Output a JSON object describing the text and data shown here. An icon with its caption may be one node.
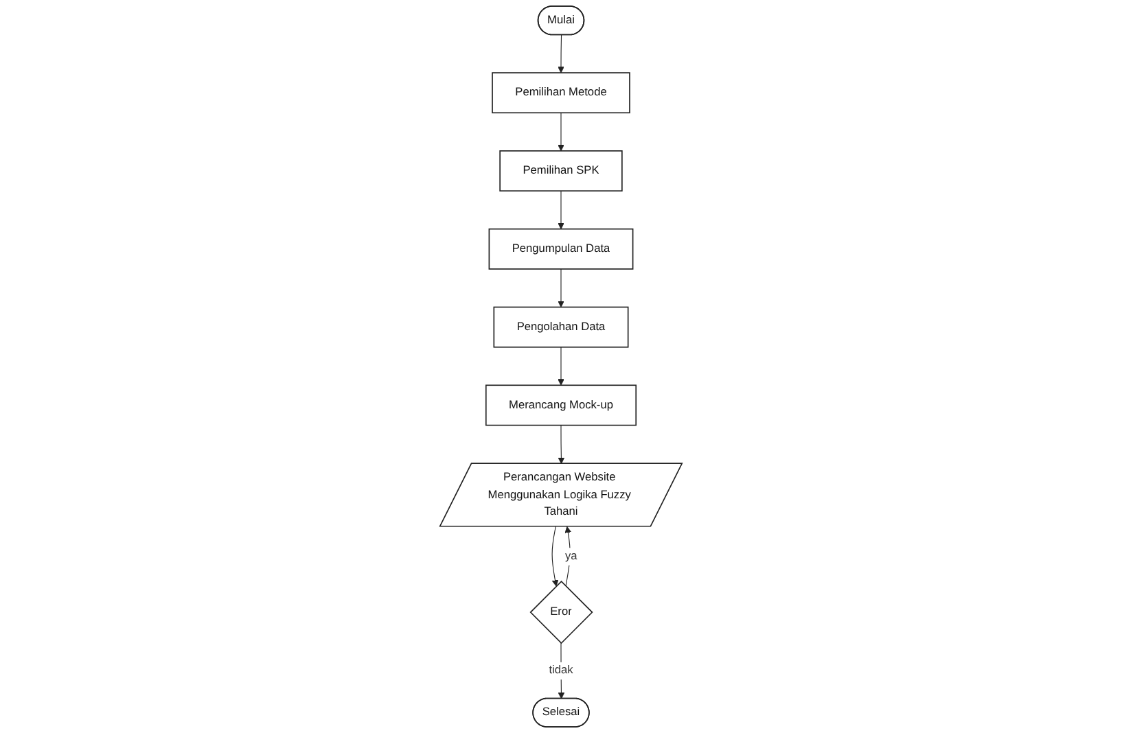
{
  "diagram": {
    "nodes": [
      {
        "text": [
          "Mulai"
        ]
      },
      {
        "text": [
          "Pemilihan Metode"
        ]
      },
      {
        "text": [
          "Pemilihan SPK"
        ]
      },
      {
        "text": [
          "Pengumpulan Data"
        ]
      },
      {
        "text": [
          "Pengolahan Data"
        ]
      },
      {
        "text": [
          "Merancang Mock-up"
        ]
      },
      {
        "text": [
          "Perancangan Website Menggunakan Logika Fuzzy Tahani"
        ]
      },
      {
        "text": [
          "Eror"
        ]
      },
      {
        "text": [
          "Selesai"
        ]
      }
    ],
    "edges": [
      {
        "from": 0,
        "to": 1,
        "arrow": "to"
      },
      {
        "from": 1,
        "to": 2,
        "arrow": "to"
      },
      {
        "from": 2,
        "to": 3,
        "arrow": "to"
      },
      {
        "from": 3,
        "to": 4,
        "arrow": "to"
      },
      {
        "from": 4,
        "to": 5,
        "arrow": "to"
      },
      {
        "from": 5,
        "to": 6,
        "arrow": "to"
      },
      {
        "from": 6,
        "to": 7,
        "arrow": "to"
      },
      {
        "from": 7,
        "to": 6,
        "label": "ya",
        "arrow": "to"
      },
      {
        "from": 7,
        "to": 8,
        "label": "tidak",
        "arrow": "to"
      }
    ]
  }
}
